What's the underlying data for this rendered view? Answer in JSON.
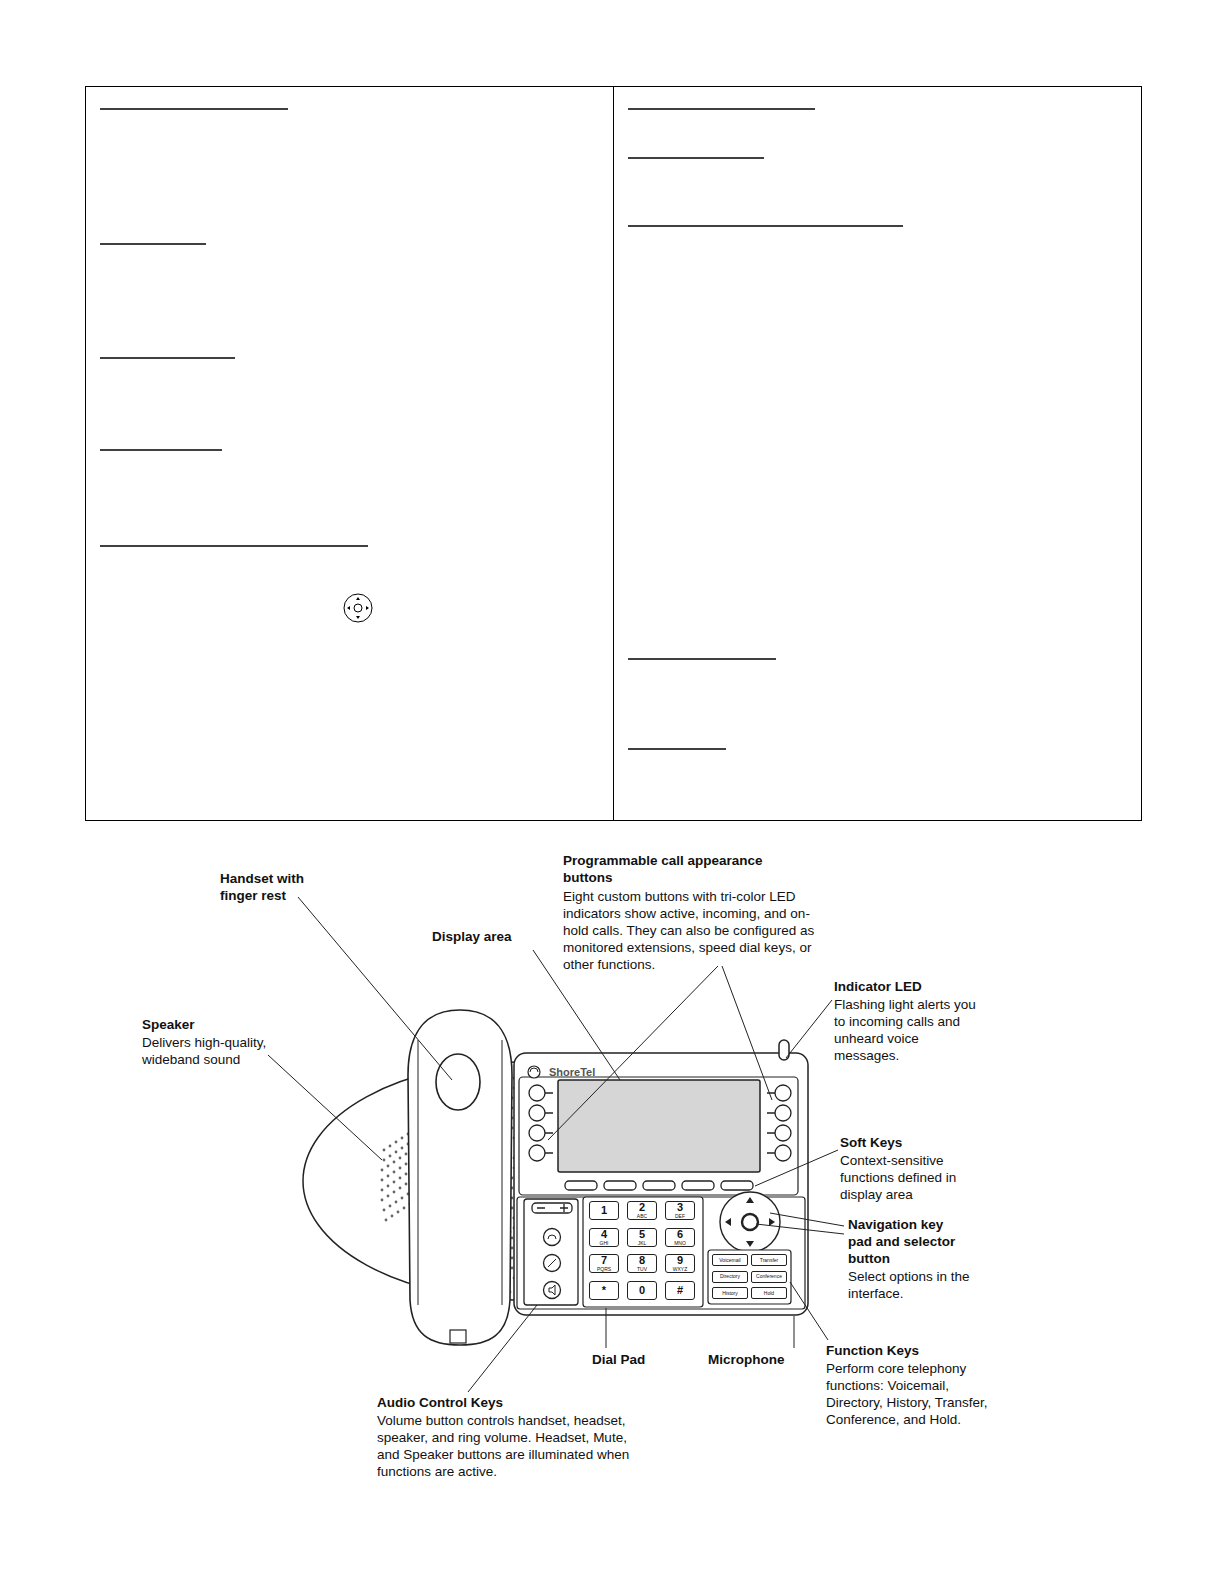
{
  "diagram": {
    "nodes": [
      {
        "text": [
          "1"
        ]
      },
      {
        "text": [
          "2",
          "ABC"
        ]
      },
      {
        "text": [
          "3",
          "DEF"
        ]
      },
      {
        "text": [
          "4",
          "GHI"
        ]
      },
      {
        "text": [
          "5",
          "JKL"
        ]
      },
      {
        "text": [
          "6",
          "MNO"
        ]
      },
      {
        "text": [
          "7",
          "PQRS"
        ]
      },
      {
        "text": [
          "8",
          "TUV"
        ]
      },
      {
        "text": [
          "9",
          "WXYZ"
        ]
      },
      {
        "text": [
          "*"
        ]
      },
      {
        "text": [
          "0"
        ]
      },
      {
        "text": [
          "#"
        ]
      },
      {
        "text": [
          "Voicemail"
        ]
      },
      {
        "text": [
          "Transfer"
        ]
      },
      {
        "text": [
          "Directory"
        ]
      },
      {
        "text": [
          "Conference"
        ]
      },
      {
        "text": [
          "History"
        ]
      },
      {
        "text": [
          "Hold"
        ]
      }
    ],
    "labels": [
      "ShoreTel",
      "Handset with finger rest",
      "Display area",
      "Programmable call appearance buttons",
      "Eight custom buttons with tri-color LED indicators show active, incoming, and on-hold calls. They can also be configured as monitored extensions, speed dial keys, or other functions.",
      "Indicator LED",
      "Flashing light alerts you to incoming calls and unheard voice messages.",
      "Speaker",
      "Delivers high-quality, wideband sound",
      "Soft Keys",
      "Context-sensitive functions defined in display area",
      "Navigation key pad and selector button",
      "Select options in the interface.",
      "Dial Pad",
      "Microphone",
      "Function Keys",
      "Perform core telephony functions: Voicemail, Directory, History, Transfer, Conference, and Hold.",
      "Audio Control Keys",
      "Volume button controls handset, headset, speaker, and ring volume. Headset, Mute, and Speaker buttons are illuminated when functions are active."
    ]
  }
}
